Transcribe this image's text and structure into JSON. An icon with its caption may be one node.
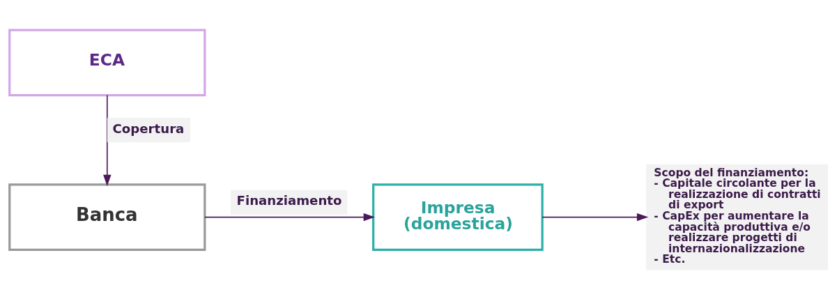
{
  "diagram": {
    "nodes": [
      {
        "text": [
          "ECA"
        ]
      },
      {
        "text": [
          "Banca"
        ]
      },
      {
        "text": [
          "Impresa (domestica)"
        ]
      },
      {
        "text": [
          "Scopo del finanziamento:",
          "- Capitale circolante per la realizzazione di contratti di export",
          "- CapEx per aumentare la capacità produttiva e/o realizzare progetti di internazionalizzazione",
          "- Etc."
        ]
      }
    ],
    "edges": [
      {
        "from": 0,
        "to": 1,
        "arrow": "to",
        "label": "Copertura"
      },
      {
        "from": 1,
        "to": 2,
        "arrow": "to",
        "label": "Finanziamento"
      },
      {
        "from": 2,
        "to": 3,
        "arrow": "to"
      }
    ]
  }
}
